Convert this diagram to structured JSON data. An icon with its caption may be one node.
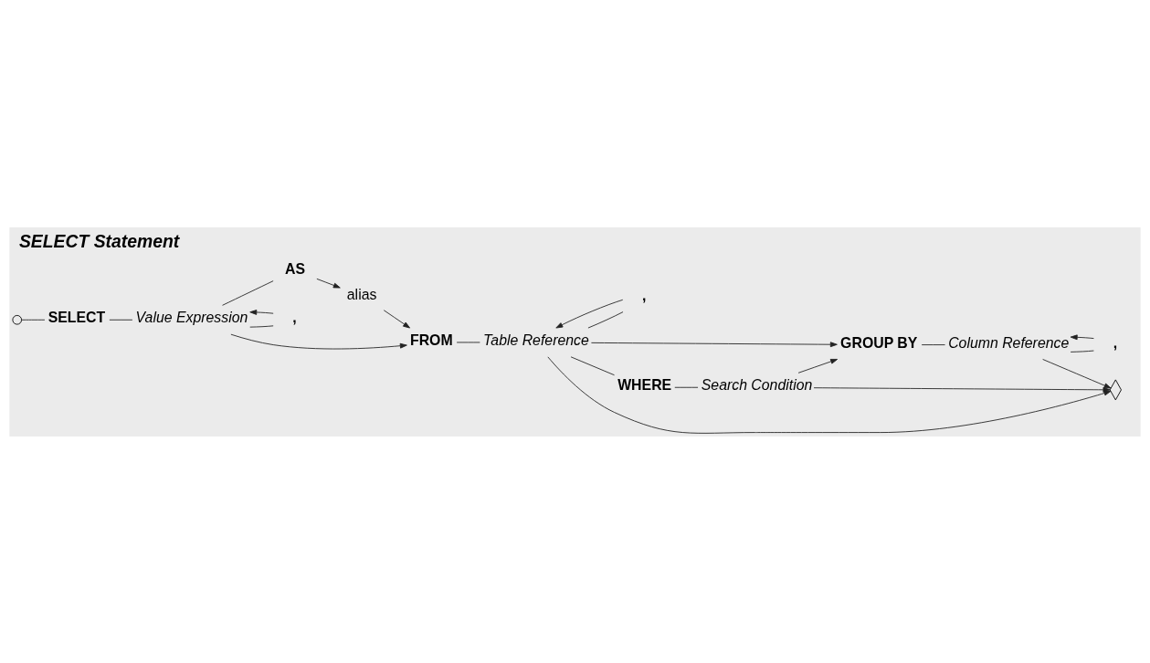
{
  "diagram": {
    "title": "SELECT Statement",
    "nodes": [
      {
        "text": [],
        "shape": "circle"
      },
      {
        "text": [
          "SELECT"
        ]
      },
      {
        "text": [
          "Value Expression"
        ]
      },
      {
        "text": [
          "AS"
        ]
      },
      {
        "text": [
          "alias"
        ]
      },
      {
        "text": [
          ","
        ]
      },
      {
        "text": [
          "FROM"
        ]
      },
      {
        "text": [
          "Table Reference"
        ]
      },
      {
        "text": [
          ","
        ]
      },
      {
        "text": [
          "WHERE"
        ]
      },
      {
        "text": [
          "Search Condition"
        ]
      },
      {
        "text": [
          "GROUP BY"
        ]
      },
      {
        "text": [
          "Column Reference"
        ]
      },
      {
        "text": [
          ","
        ]
      },
      {
        "text": [],
        "shape": "diamond"
      }
    ],
    "edges": [
      {
        "from": 0,
        "to": 1,
        "arrow": "none"
      },
      {
        "from": 1,
        "to": 2,
        "arrow": "none"
      },
      {
        "from": 2,
        "to": 3,
        "arrow": "none"
      },
      {
        "from": 3,
        "to": 4,
        "arrow": "to"
      },
      {
        "from": 2,
        "to": 5,
        "arrow": "none"
      },
      {
        "from": 5,
        "to": 2,
        "arrow": "to"
      },
      {
        "from": 2,
        "to": 6,
        "arrow": "to"
      },
      {
        "from": 4,
        "to": 6,
        "arrow": "to"
      },
      {
        "from": 6,
        "to": 7,
        "arrow": "none"
      },
      {
        "from": 7,
        "to": 8,
        "arrow": "none"
      },
      {
        "from": 8,
        "to": 7,
        "arrow": "to"
      },
      {
        "from": 7,
        "to": 9,
        "arrow": "none"
      },
      {
        "from": 9,
        "to": 10,
        "arrow": "none"
      },
      {
        "from": 7,
        "to": 11,
        "arrow": "to"
      },
      {
        "from": 10,
        "to": 11,
        "arrow": "to"
      },
      {
        "from": 7,
        "to": 14,
        "arrow": "to"
      },
      {
        "from": 10,
        "to": 14,
        "arrow": "to"
      },
      {
        "from": 11,
        "to": 12,
        "arrow": "none"
      },
      {
        "from": 12,
        "to": 13,
        "arrow": "none"
      },
      {
        "from": 13,
        "to": 12,
        "arrow": "to"
      },
      {
        "from": 12,
        "to": 14,
        "arrow": "to"
      }
    ]
  }
}
